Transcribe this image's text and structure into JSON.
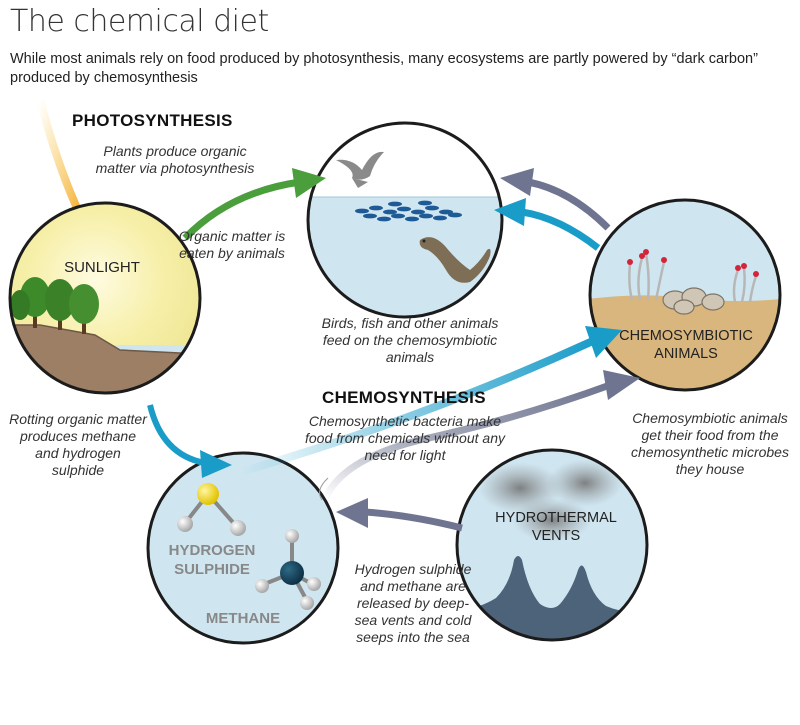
{
  "title": "The chemical diet",
  "subtitle": "While most animals rely on food produced by photosynthesis, many ecosystems are partly powered by “dark carbon” produced by chemosynthesis",
  "sections": {
    "photosynthesis_heading": "PHOTOSYNTHESIS",
    "photosynthesis_caption": "Plants produce organic matter via photosynthesis",
    "chemosynthesis_heading": "CHEMOSYNTHESIS",
    "chemosynthesis_caption": "Chemosynthetic bacteria make food from chemicals without any need for light"
  },
  "circles": {
    "sunlight": "SUNLIGHT",
    "chemosymbiotic_line1": "CHEMOSYMBIOTIC",
    "chemosymbiotic_line2": "ANIMALS",
    "hydrogen_line1": "HYDROGEN",
    "hydrogen_line2": "SULPHIDE",
    "methane": "METHANE",
    "vents_line1": "HYDROTHERMAL",
    "vents_line2": "VENTS"
  },
  "captions": {
    "organic_matter": "Organic matter is eaten by animals",
    "birds_fish": "Birds, fish and other animals feed on the chemosymbiotic animals",
    "rotting": "Rotting organic matter produces methane and hydrogen sulphide",
    "chemosymbiotic_food": "Chemosymbiotic animals get their food from the chemosynthetic microbes they house",
    "released": "Hydrogen sulphide and methane are released by deep-sea vents and cold seeps into the sea"
  },
  "colors": {
    "green_arrow": "#4a9e3c",
    "teal_arrow": "#1a9cc9",
    "grey_arrow": "#6f7590",
    "water": "#cfe6f1",
    "sediment": "#d8b67e",
    "sunlight_glow": "#f7f2b0"
  }
}
